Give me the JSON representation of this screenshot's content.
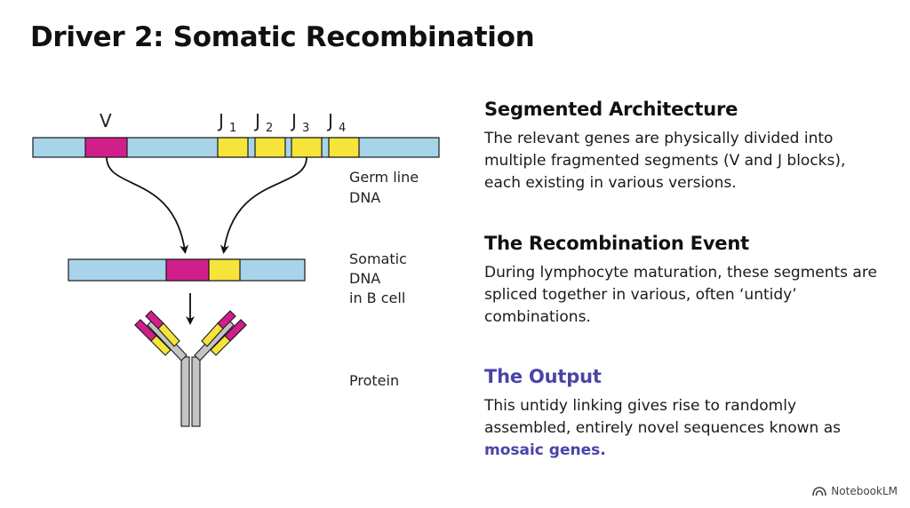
{
  "title": "Driver 2: Somatic Recombination",
  "diagram": {
    "segment_v": "V",
    "segment_j": "J",
    "j_subs": [
      "1",
      "2",
      "3",
      "4"
    ],
    "germline_label": [
      "Germ line",
      "DNA"
    ],
    "somatic_label": [
      "Somatic",
      "DNA",
      "in B cell"
    ],
    "protein_label": "Protein",
    "colors": {
      "dna_strand": "#a8d4ea",
      "v_segment": "#d01f8a",
      "j_segment": "#f6e43a",
      "heavy_chain": "#c0c0c0"
    }
  },
  "sections": [
    {
      "heading": "Segmented Architecture",
      "body": "The relevant genes are physically divided into multiple fragmented segments (V and J blocks), each existing in various versions."
    },
    {
      "heading": "The Recombination Event",
      "body": "During lymphocyte maturation, these segments are spliced together in various, often ‘untidy’ combinations."
    },
    {
      "heading": "The Output",
      "body_prefix": "This untidy linking gives rise to randomly assembled, entirely novel sequences known as ",
      "body_highlight": "mosaic genes."
    }
  ],
  "footer": {
    "brand": "NotebookLM"
  }
}
